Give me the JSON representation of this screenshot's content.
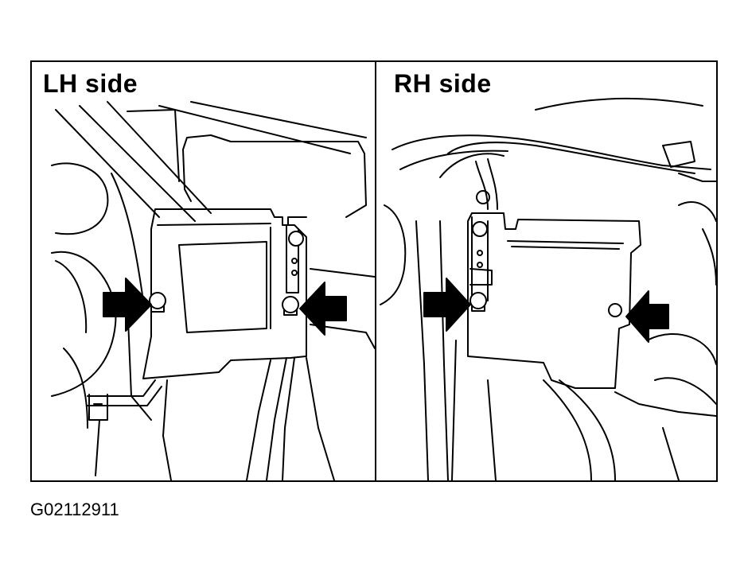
{
  "panels": {
    "lh": {
      "label": "LH side"
    },
    "rh": {
      "label": "RH side"
    }
  },
  "figure_code": "G02112911",
  "colors": {
    "line": "#000000",
    "background": "#ffffff"
  },
  "icons": [
    "arrow-right-icon",
    "arrow-left-icon",
    "bolt-icon"
  ]
}
